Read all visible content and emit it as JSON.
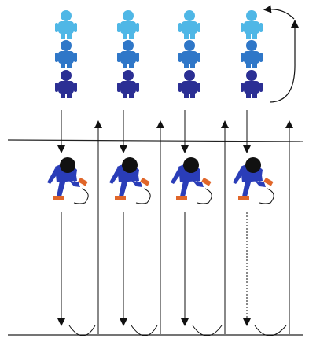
{
  "diagram": {
    "columns": [
      {
        "waiting_figures": 3,
        "runner_present": true,
        "dotted_path": false
      },
      {
        "waiting_figures": 3,
        "runner_present": true,
        "dotted_path": false
      },
      {
        "waiting_figures": 3,
        "runner_present": true,
        "dotted_path": false
      },
      {
        "waiting_figures": 3,
        "runner_present": true,
        "dotted_path": true
      }
    ],
    "colors": {
      "figure_top": "#4fb7e6",
      "figure_middle": "#2f77c8",
      "figure_bottom": "#2b2f94",
      "runner_body": "#2a3db8",
      "runner_head": "#111111",
      "runner_foot": "#e0662a",
      "line": "#222222"
    },
    "icons": [
      "person-icon",
      "crouching-runner-icon",
      "arrow-down-icon",
      "arrow-up-icon",
      "turnaround-arrow-icon"
    ]
  }
}
